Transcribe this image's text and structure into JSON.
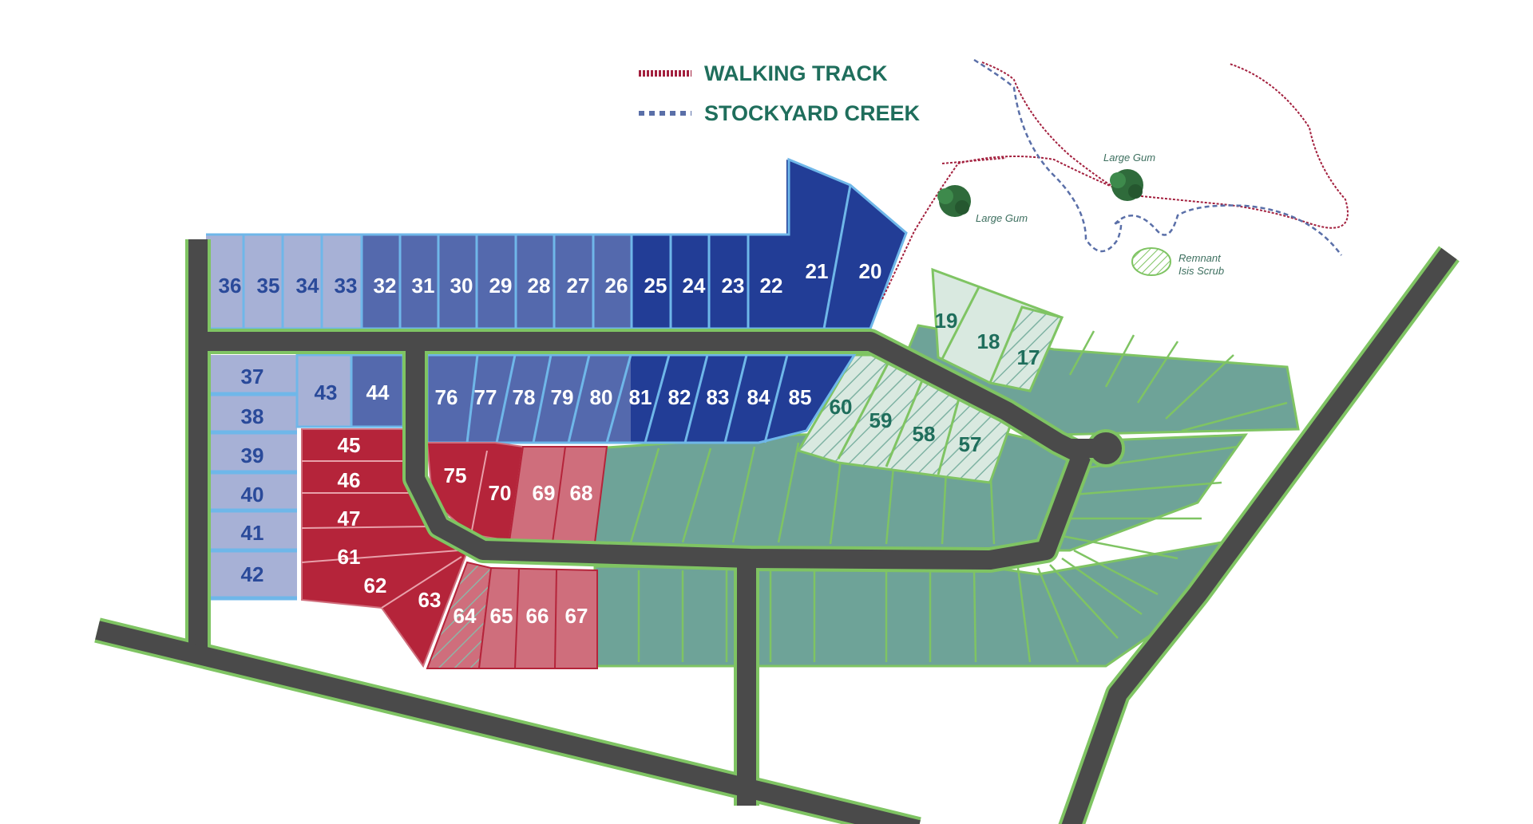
{
  "legend": {
    "walking_track": "WALKING TRACK",
    "stockyard_creek": "STOCKYARD CREEK"
  },
  "features": {
    "large_gum_1": "Large Gum",
    "large_gum_2": "Large Gum",
    "remnant_line1": "Remnant",
    "remnant_line2": "Isis Scrub"
  },
  "colors": {
    "lavender": "#a7b1d6",
    "mid_blue": "#5469ad",
    "navy": "#223d96",
    "lot_red": "#b5243a",
    "pink": "#cf6e7c",
    "teal": "#6ea398",
    "pale_green": "#d9e9e0",
    "road": "#4a4a4a",
    "green_edge": "#7fc463",
    "walking_track": "#a3203e",
    "creek": "#5a6fa8"
  },
  "lots": [
    {
      "number": "36",
      "status": "lavender"
    },
    {
      "number": "35",
      "status": "lavender"
    },
    {
      "number": "34",
      "status": "lavender"
    },
    {
      "number": "33",
      "status": "lavender"
    },
    {
      "number": "32",
      "status": "mid_blue"
    },
    {
      "number": "31",
      "status": "mid_blue"
    },
    {
      "number": "30",
      "status": "mid_blue"
    },
    {
      "number": "29",
      "status": "mid_blue"
    },
    {
      "number": "28",
      "status": "mid_blue"
    },
    {
      "number": "27",
      "status": "mid_blue"
    },
    {
      "number": "26",
      "status": "mid_blue"
    },
    {
      "number": "25",
      "status": "navy"
    },
    {
      "number": "24",
      "status": "navy"
    },
    {
      "number": "23",
      "status": "navy"
    },
    {
      "number": "22",
      "status": "navy"
    },
    {
      "number": "21",
      "status": "navy"
    },
    {
      "number": "20",
      "status": "navy"
    },
    {
      "number": "19",
      "status": "pale_green"
    },
    {
      "number": "18",
      "status": "pale_green"
    },
    {
      "number": "17",
      "status": "pale_green_hatched"
    },
    {
      "number": "37",
      "status": "lavender"
    },
    {
      "number": "38",
      "status": "lavender"
    },
    {
      "number": "39",
      "status": "lavender"
    },
    {
      "number": "40",
      "status": "lavender"
    },
    {
      "number": "41",
      "status": "lavender"
    },
    {
      "number": "42",
      "status": "lavender"
    },
    {
      "number": "43",
      "status": "lavender"
    },
    {
      "number": "44",
      "status": "mid_blue"
    },
    {
      "number": "76",
      "status": "mid_blue"
    },
    {
      "number": "77",
      "status": "mid_blue"
    },
    {
      "number": "78",
      "status": "mid_blue"
    },
    {
      "number": "79",
      "status": "mid_blue"
    },
    {
      "number": "80",
      "status": "mid_blue"
    },
    {
      "number": "81",
      "status": "navy"
    },
    {
      "number": "82",
      "status": "navy"
    },
    {
      "number": "83",
      "status": "navy"
    },
    {
      "number": "84",
      "status": "navy"
    },
    {
      "number": "85",
      "status": "navy"
    },
    {
      "number": "60",
      "status": "pale_green_hatched"
    },
    {
      "number": "59",
      "status": "pale_green_hatched"
    },
    {
      "number": "58",
      "status": "pale_green_hatched"
    },
    {
      "number": "57",
      "status": "pale_green_hatched"
    },
    {
      "number": "45",
      "status": "red"
    },
    {
      "number": "46",
      "status": "red"
    },
    {
      "number": "47",
      "status": "red"
    },
    {
      "number": "61",
      "status": "red"
    },
    {
      "number": "62",
      "status": "red"
    },
    {
      "number": "63",
      "status": "red"
    },
    {
      "number": "75",
      "status": "red"
    },
    {
      "number": "70",
      "status": "red"
    },
    {
      "number": "69",
      "status": "pink"
    },
    {
      "number": "68",
      "status": "pink"
    },
    {
      "number": "64",
      "status": "pink_hatched"
    },
    {
      "number": "65",
      "status": "pink"
    },
    {
      "number": "66",
      "status": "pink"
    },
    {
      "number": "67",
      "status": "pink"
    }
  ]
}
